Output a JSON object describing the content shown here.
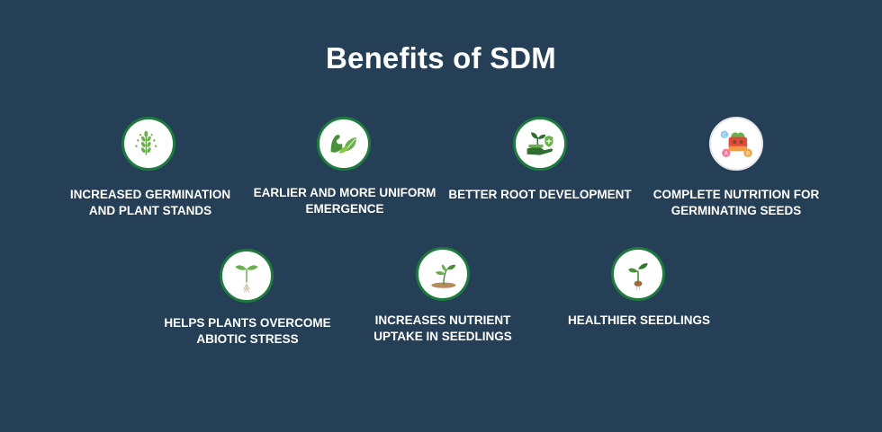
{
  "title": "Benefits of SDM",
  "benefits": [
    {
      "line1": "INCREASED GERMINATION",
      "line2": "AND PLANT STANDS",
      "icon": "wheat-icon"
    },
    {
      "line1": "EARLIER AND MORE UNIFORM",
      "line2": "EMERGENCE",
      "icon": "strong-arm-leaf-icon"
    },
    {
      "line1": "BETTER ROOT DEVELOPMENT",
      "line2": "",
      "icon": "hand-plant-shield-icon"
    },
    {
      "line1": "COMPLETE NUTRITION FOR",
      "line2": "GERMINATING SEEDS",
      "icon": "nutrition-basket-icon"
    },
    {
      "line1": "HELPS PLANTS OVERCOME",
      "line2": "ABIOTIC STRESS",
      "icon": "sprout-roots-icon"
    },
    {
      "line1": "INCREASES NUTRIENT",
      "line2": "UPTAKE IN SEEDLINGS",
      "icon": "seedling-soil-icon"
    },
    {
      "line1": "HEALTHIER SEEDLINGS",
      "line2": "",
      "icon": "seed-sprout-icon"
    }
  ],
  "colors": {
    "background": "#253f56",
    "accent_green": "#1f7a3f",
    "leaf_green": "#6ab04c"
  }
}
